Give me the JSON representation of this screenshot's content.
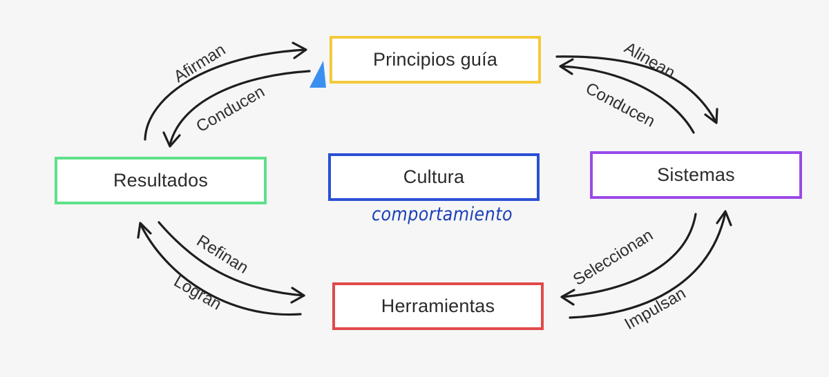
{
  "nodes": {
    "principios": {
      "label": "Principios guía",
      "color": "#f3c93b"
    },
    "resultados": {
      "label": "Resultados",
      "color": "#5fe08a"
    },
    "cultura": {
      "label": "Cultura",
      "color": "#2a4fd6"
    },
    "sistemas": {
      "label": "Sistemas",
      "color": "#9a49e8"
    },
    "herramientas": {
      "label": "Herramientas",
      "color": "#e04a4a"
    }
  },
  "annotation": {
    "text": "comportamiento",
    "color": "#1c3fb8"
  },
  "edges": {
    "afirman": "Afirman",
    "conducen_left": "Conducen",
    "alinean": "Alinean",
    "conducen_right": "Conducen",
    "refinan": "Refinan",
    "logran": "Logran",
    "seleccionan": "Seleccionan",
    "impulsan": "Impulsan"
  },
  "decoration": {
    "pointer_color": "#3b8ff0"
  }
}
